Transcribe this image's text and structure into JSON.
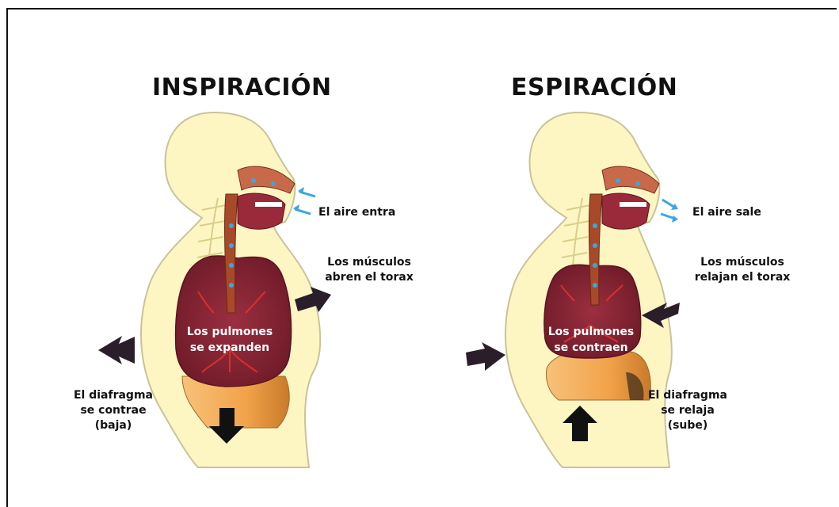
{
  "panels": [
    {
      "title": "INSPIRACIÓN",
      "air": "El aire entra",
      "muscles": [
        "Los músculos",
        "abren el torax"
      ],
      "lungs": [
        "Los pulmones",
        "se expanden"
      ],
      "diaphragm": [
        "El diafragma",
        "se contrae",
        "(baja)"
      ]
    },
    {
      "title": "ESPIRACIÓN",
      "air": "El aire sale",
      "muscles": [
        "Los músculos",
        "relajan el torax"
      ],
      "lungs": [
        "Los pulmones",
        "se contraen"
      ],
      "diaphragm": [
        "El diafragma",
        "se relaja",
        "(sube)"
      ]
    }
  ],
  "colors": {
    "skin": "#fdf6c3",
    "skin_outline": "#c9c39a",
    "lung": "#8b2535",
    "vessel": "#e8332a",
    "diaphragm": "#f2a24a",
    "airway": "#a84a2a",
    "arrow_dark": "#2a1e2a",
    "air_arrow": "#3aa6e0"
  }
}
